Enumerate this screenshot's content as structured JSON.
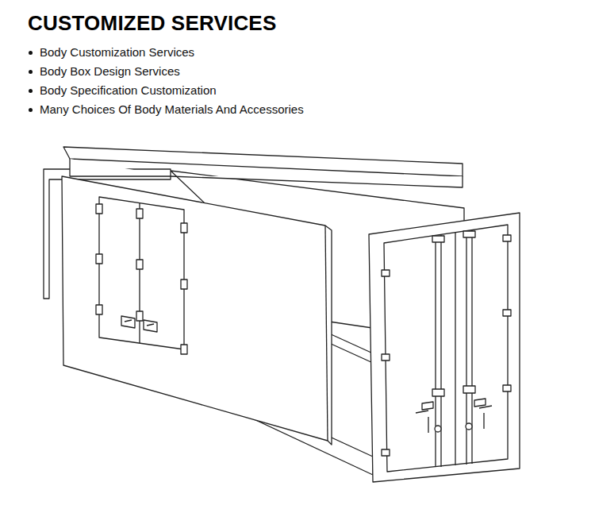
{
  "diagram": {
    "title": "CUSTOMIZED SERVICES",
    "labels": [
      "Body Customization Services",
      "Body Box Design Services",
      "Body Specification Customization",
      "Many Choices Of Body Materials And Accessories"
    ]
  }
}
